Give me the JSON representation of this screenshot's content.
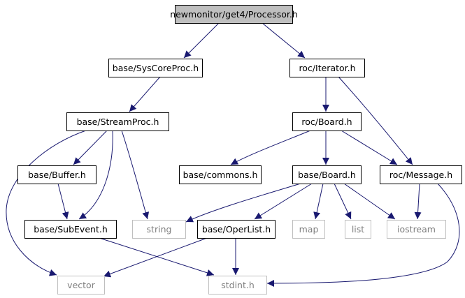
{
  "diagram": {
    "colors": {
      "edge": "#191970",
      "root_fill": "#bfbfbf",
      "node_fill": "#ffffff",
      "node_border": "#000000",
      "system_border": "#bfbfbf",
      "node_text": "#000000",
      "system_text": "#7f7f7f"
    },
    "nodes": [
      {
        "id": "processor",
        "label": "newmonitor/get4/Processor.h",
        "kind": "root"
      },
      {
        "id": "syscoreproc",
        "label": "base/SysCoreProc.h",
        "kind": "file"
      },
      {
        "id": "iterator",
        "label": "roc/Iterator.h",
        "kind": "file"
      },
      {
        "id": "streamproc",
        "label": "base/StreamProc.h",
        "kind": "file"
      },
      {
        "id": "rocboard",
        "label": "roc/Board.h",
        "kind": "file"
      },
      {
        "id": "buffer",
        "label": "base/Buffer.h",
        "kind": "file"
      },
      {
        "id": "commons",
        "label": "base/commons.h",
        "kind": "file"
      },
      {
        "id": "baseboard",
        "label": "base/Board.h",
        "kind": "file"
      },
      {
        "id": "message",
        "label": "roc/Message.h",
        "kind": "file"
      },
      {
        "id": "subevent",
        "label": "base/SubEvent.h",
        "kind": "file"
      },
      {
        "id": "string",
        "label": "string",
        "kind": "system"
      },
      {
        "id": "operlist",
        "label": "base/OperList.h",
        "kind": "file"
      },
      {
        "id": "map",
        "label": "map",
        "kind": "system"
      },
      {
        "id": "list",
        "label": "list",
        "kind": "system"
      },
      {
        "id": "iostream",
        "label": "iostream",
        "kind": "system"
      },
      {
        "id": "vector",
        "label": "vector",
        "kind": "system"
      },
      {
        "id": "stdint",
        "label": "stdint.h",
        "kind": "system"
      }
    ],
    "edges": [
      {
        "from": "processor",
        "to": "syscoreproc"
      },
      {
        "from": "processor",
        "to": "iterator"
      },
      {
        "from": "syscoreproc",
        "to": "streamproc"
      },
      {
        "from": "iterator",
        "to": "rocboard"
      },
      {
        "from": "iterator",
        "to": "message"
      },
      {
        "from": "streamproc",
        "to": "buffer"
      },
      {
        "from": "streamproc",
        "to": "subevent"
      },
      {
        "from": "streamproc",
        "to": "string"
      },
      {
        "from": "streamproc",
        "to": "vector"
      },
      {
        "from": "rocboard",
        "to": "commons"
      },
      {
        "from": "rocboard",
        "to": "baseboard"
      },
      {
        "from": "rocboard",
        "to": "message"
      },
      {
        "from": "buffer",
        "to": "subevent"
      },
      {
        "from": "baseboard",
        "to": "string"
      },
      {
        "from": "baseboard",
        "to": "operlist"
      },
      {
        "from": "baseboard",
        "to": "map"
      },
      {
        "from": "baseboard",
        "to": "list"
      },
      {
        "from": "baseboard",
        "to": "iostream"
      },
      {
        "from": "message",
        "to": "iostream"
      },
      {
        "from": "message",
        "to": "stdint"
      },
      {
        "from": "subevent",
        "to": "stdint"
      },
      {
        "from": "operlist",
        "to": "vector"
      },
      {
        "from": "operlist",
        "to": "stdint"
      }
    ]
  }
}
